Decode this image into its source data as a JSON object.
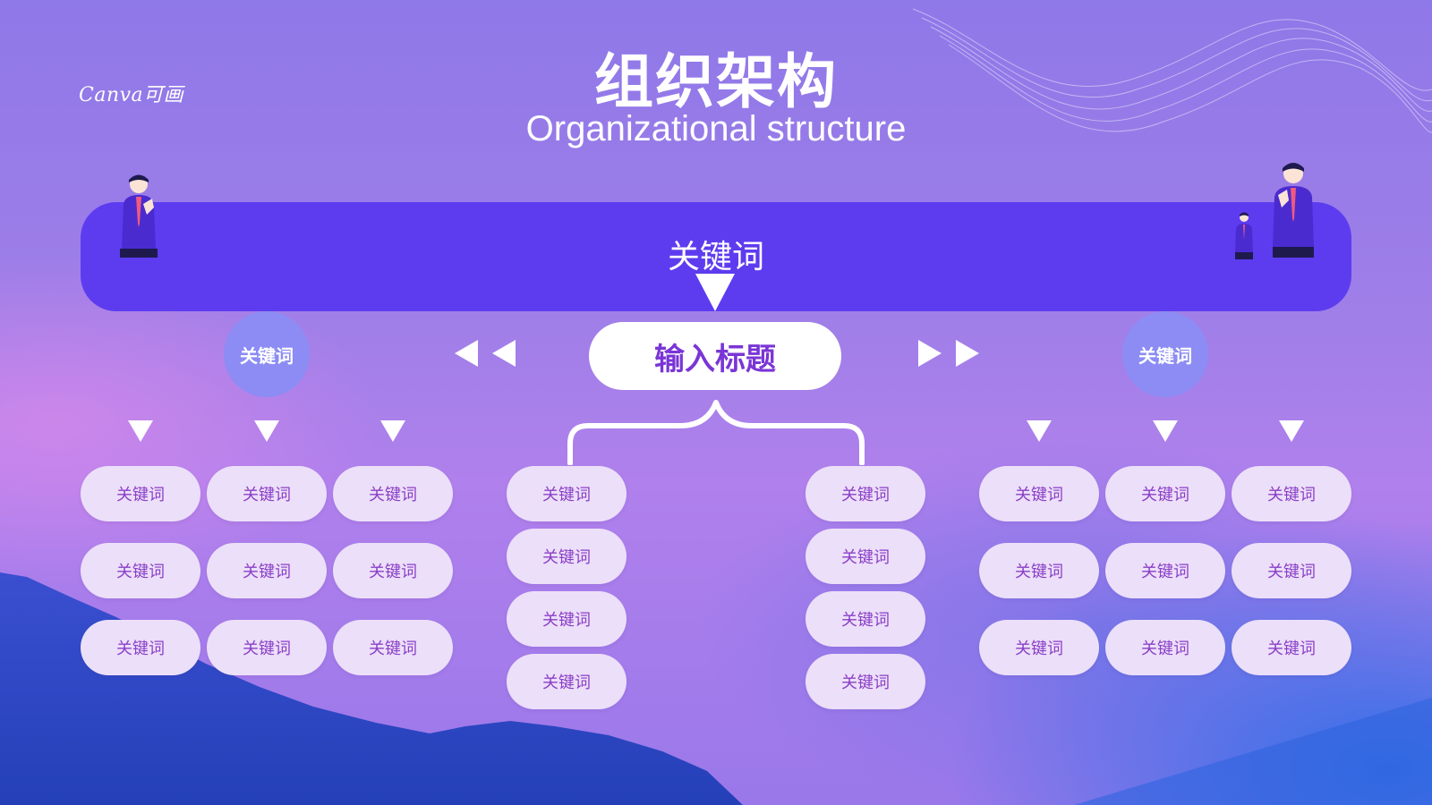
{
  "logo": {
    "text": "Canva可画"
  },
  "title": {
    "chinese": "组织架构",
    "english": "Organizational structure"
  },
  "banner": {
    "label": "关键词"
  },
  "circles": {
    "left": "关键词",
    "right": "关键词"
  },
  "center": {
    "title": "输入标题"
  },
  "left_group": [
    [
      "关键词",
      "关键词",
      "关键词"
    ],
    [
      "关键词",
      "关键词",
      "关键词"
    ],
    [
      "关键词",
      "关键词",
      "关键词"
    ]
  ],
  "center_left_column": [
    "关键词",
    "关键词",
    "关键词",
    "关键词"
  ],
  "center_right_column": [
    "关键词",
    "关键词",
    "关键词",
    "关键词"
  ],
  "right_group": [
    [
      "关键词",
      "关键词",
      "关键词"
    ],
    [
      "关键词",
      "关键词",
      "关键词"
    ],
    [
      "关键词",
      "关键词",
      "关键词"
    ]
  ],
  "colors": {
    "banner": "#5d3cf0",
    "pill_background": "#ecdff9",
    "pill_text": "#8a3fc7",
    "center_title_text": "#7a35d6",
    "circle": "#8c8cf4",
    "mountain": "#2a48c2"
  }
}
